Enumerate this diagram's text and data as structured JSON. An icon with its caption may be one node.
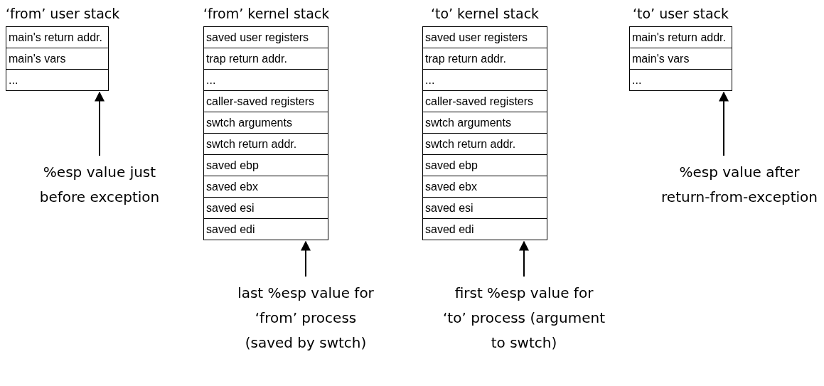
{
  "diagram": {
    "nodes": [
      {
        "text": [
          "‘from’ user stack"
        ]
      },
      {
        "text": [
          "main's return addr."
        ],
        "in": 0
      },
      {
        "text": [
          "main's vars"
        ],
        "in": 0
      },
      {
        "text": [
          "..."
        ],
        "in": 0
      },
      {
        "text": [
          "‘from’ kernel stack"
        ]
      },
      {
        "text": [
          "saved user registers"
        ],
        "in": 4
      },
      {
        "text": [
          "trap return addr."
        ],
        "in": 4
      },
      {
        "text": [
          "..."
        ],
        "in": 4
      },
      {
        "text": [
          "caller-saved registers"
        ],
        "in": 4
      },
      {
        "text": [
          "swtch arguments"
        ],
        "in": 4
      },
      {
        "text": [
          "swtch return addr."
        ],
        "in": 4
      },
      {
        "text": [
          "saved ebp"
        ],
        "in": 4
      },
      {
        "text": [
          "saved ebx"
        ],
        "in": 4
      },
      {
        "text": [
          "saved esi"
        ],
        "in": 4
      },
      {
        "text": [
          "saved edi"
        ],
        "in": 4
      },
      {
        "text": [
          "‘to’ kernel stack"
        ]
      },
      {
        "text": [
          "saved user registers"
        ],
        "in": 15
      },
      {
        "text": [
          "trap return addr."
        ],
        "in": 15
      },
      {
        "text": [
          "..."
        ],
        "in": 15
      },
      {
        "text": [
          "caller-saved registers"
        ],
        "in": 15
      },
      {
        "text": [
          "swtch arguments"
        ],
        "in": 15
      },
      {
        "text": [
          "swtch return addr."
        ],
        "in": 15
      },
      {
        "text": [
          "saved ebp"
        ],
        "in": 15
      },
      {
        "text": [
          "saved ebx"
        ],
        "in": 15
      },
      {
        "text": [
          "saved esi"
        ],
        "in": 15
      },
      {
        "text": [
          "saved edi"
        ],
        "in": 15
      },
      {
        "text": [
          "‘to’ user stack"
        ]
      },
      {
        "text": [
          "main's return addr."
        ],
        "in": 26
      },
      {
        "text": [
          "main's vars"
        ],
        "in": 26
      },
      {
        "text": [
          "..."
        ],
        "in": 26
      },
      {
        "text": [
          "%esp value just before exception"
        ]
      },
      {
        "text": [
          "last %esp value for ‘from’ process (saved by swtch)"
        ]
      },
      {
        "text": [
          "first %esp value for ‘to’ process (argument to swtch)"
        ]
      },
      {
        "text": [
          "%esp value after return-from-exception"
        ]
      }
    ],
    "edges": [
      {
        "from": 30,
        "to": 0,
        "arrow": "to"
      },
      {
        "from": 31,
        "to": 4,
        "arrow": "to"
      },
      {
        "from": 32,
        "to": 15,
        "arrow": "to"
      },
      {
        "from": 33,
        "to": 26,
        "arrow": "to"
      }
    ]
  }
}
